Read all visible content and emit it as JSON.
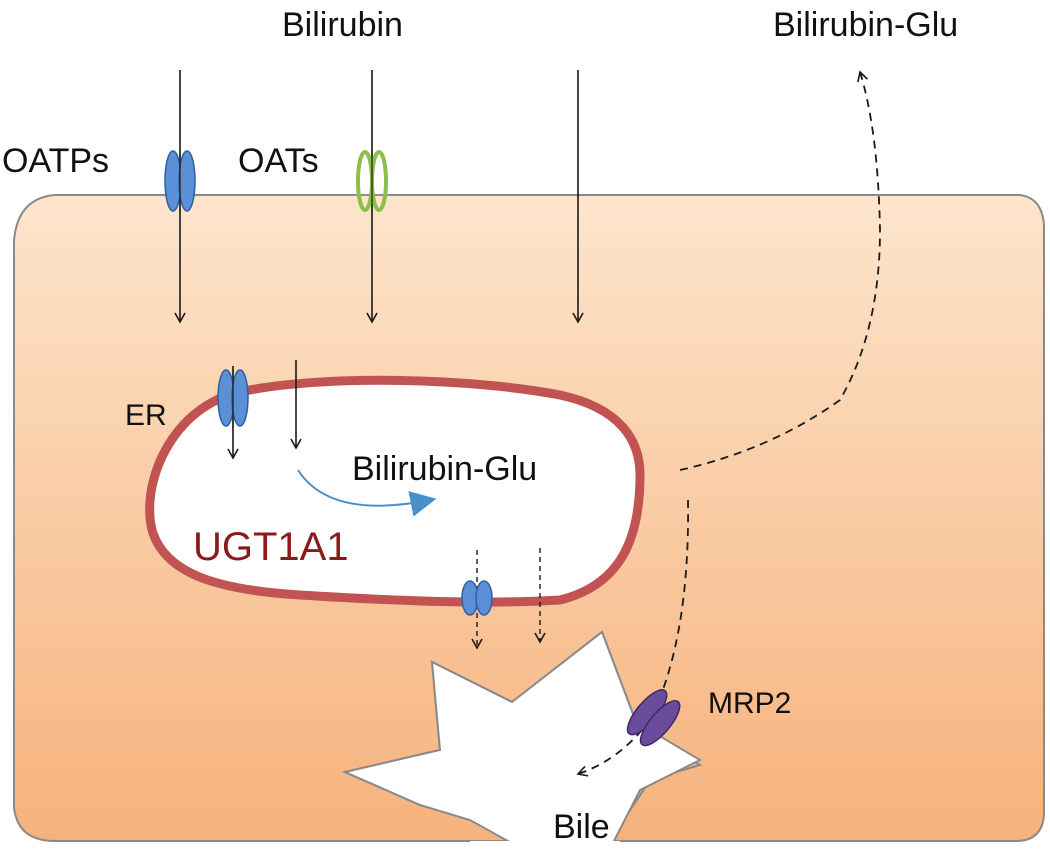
{
  "labels": {
    "bilirubin_top": "Bilirubin",
    "bilirubin_glu_top": "Bilirubin-Glu",
    "oatps": "OATPs",
    "oats": "OATs",
    "er": "ER",
    "bilirubin_glu_er": "Bilirubin-Glu",
    "ugt1a1": "UGT1A1",
    "mrp2": "MRP2",
    "bile": "Bile"
  },
  "colors": {
    "cell_fill_light": "#fde5cc",
    "cell_fill_dark": "#f6b27c",
    "cell_outline": "#8a8a8a",
    "er_membrane": "#c25353",
    "er_interior": "#ffffff",
    "ugt1a1_text": "#8b1a1a",
    "oatp_transporter": "#5b8fd6",
    "oat_transporter": "#8cbf4a",
    "mrp2_transporter": "#6a4b9c",
    "reaction_arrow": "#4a90c8",
    "arrows": "#1a1a1a"
  },
  "icons": {
    "oatps": "transporter-channel-icon",
    "oats": "transporter-ring-icon",
    "er_channel": "transporter-channel-icon",
    "er_exit_channel": "transporter-channel-icon",
    "mrp2": "transporter-channel-icon"
  }
}
